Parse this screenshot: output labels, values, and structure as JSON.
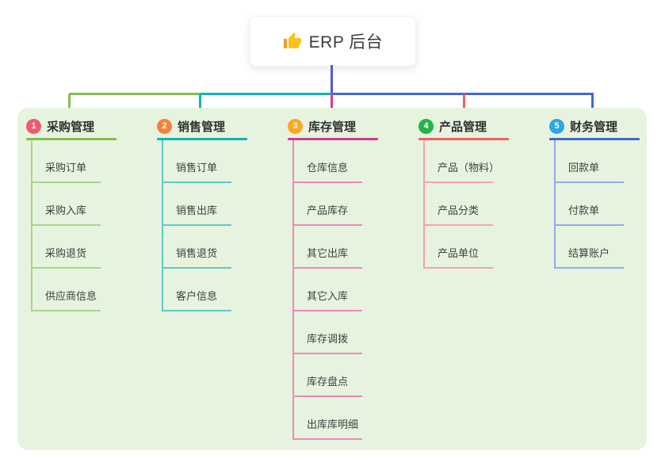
{
  "root": {
    "label": "ERP 后台",
    "icon": "thumbs-up-icon",
    "icon_colors": {
      "hand": "#fcc21b",
      "cuff": "#eda120"
    }
  },
  "panel": {
    "background": "#e6f4df"
  },
  "connector": {
    "root_color": "#4c5ecf"
  },
  "branches": [
    {
      "number": "1",
      "label": "采购管理",
      "line_color": "#85bd4c",
      "child_line_color": "#a9d58b",
      "badge_color": "#ee5a70",
      "children": [
        "采购订单",
        "采购入库",
        "采购退货",
        "供应商信息"
      ]
    },
    {
      "number": "2",
      "label": "销售管理",
      "line_color": "#12b2b2",
      "child_line_color": "#5fc9c9",
      "badge_color": "#f6813d",
      "children": [
        "销售订单",
        "销售出库",
        "销售退货",
        "客户信息"
      ]
    },
    {
      "number": "3",
      "label": "库存管理",
      "line_color": "#d63a90",
      "child_line_color": "#ef86be",
      "badge_color": "#f9a825",
      "children": [
        "仓库信息",
        "产品库存",
        "其它出库",
        "其它入库",
        "库存调拨",
        "库存盘点",
        "出库库明细"
      ]
    },
    {
      "number": "4",
      "label": "产品管理",
      "line_color": "#f25f5f",
      "child_line_color": "#f8a3a3",
      "badge_color": "#27b24b",
      "children": [
        "产品（物料）",
        "产品分类",
        "产品单位"
      ]
    },
    {
      "number": "5",
      "label": "财务管理",
      "line_color": "#4468d2",
      "child_line_color": "#93abe8",
      "badge_color": "#2da8e0",
      "children": [
        "回款单",
        "付款单",
        "结算账户"
      ]
    }
  ]
}
